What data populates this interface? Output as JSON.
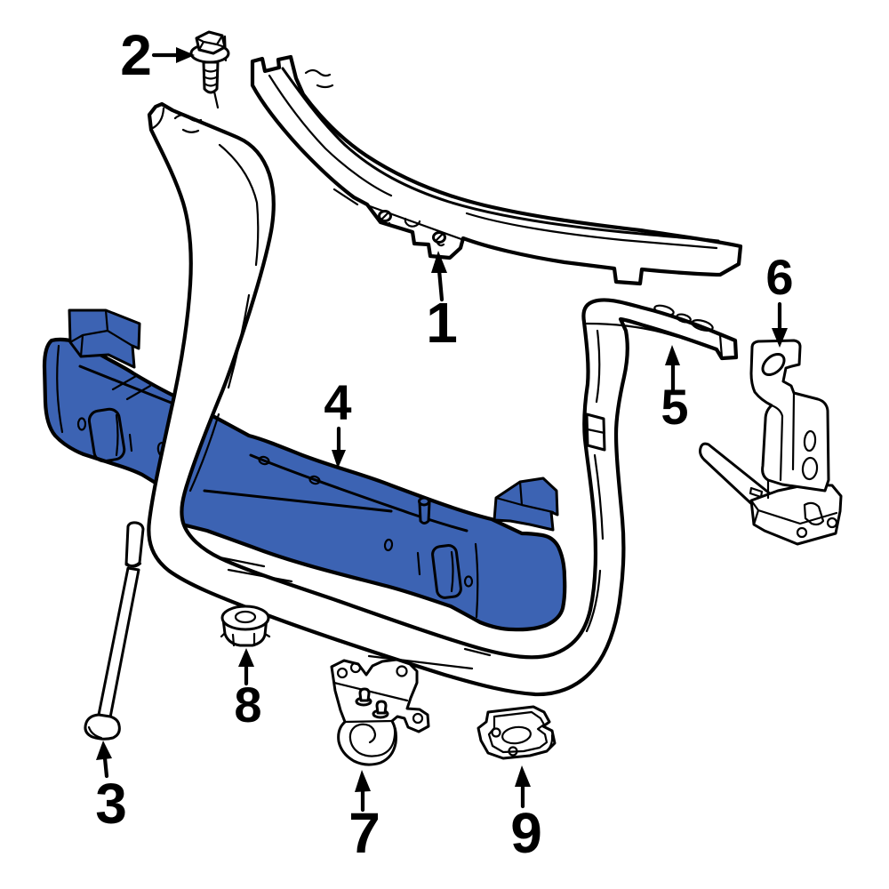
{
  "diagram": {
    "kind": "exploded-parts-diagram",
    "background_color": "#ffffff",
    "line_color": "#000000",
    "highlight_color": "#3C63B3",
    "highlighted_callout": "4",
    "callouts": [
      {
        "number": "1",
        "part": "upper-tie-bar"
      },
      {
        "number": "2",
        "part": "hex-flange-bolt"
      },
      {
        "number": "3",
        "part": "hood-prop-rod"
      },
      {
        "number": "4",
        "part": "lower-crossmember-highlighted"
      },
      {
        "number": "5",
        "part": "upper-side-support-bar"
      },
      {
        "number": "6",
        "part": "side-mounting-bracket"
      },
      {
        "number": "7",
        "part": "hook-bracket"
      },
      {
        "number": "8",
        "part": "grommet-plug"
      },
      {
        "number": "9",
        "part": "support-plate"
      }
    ]
  }
}
